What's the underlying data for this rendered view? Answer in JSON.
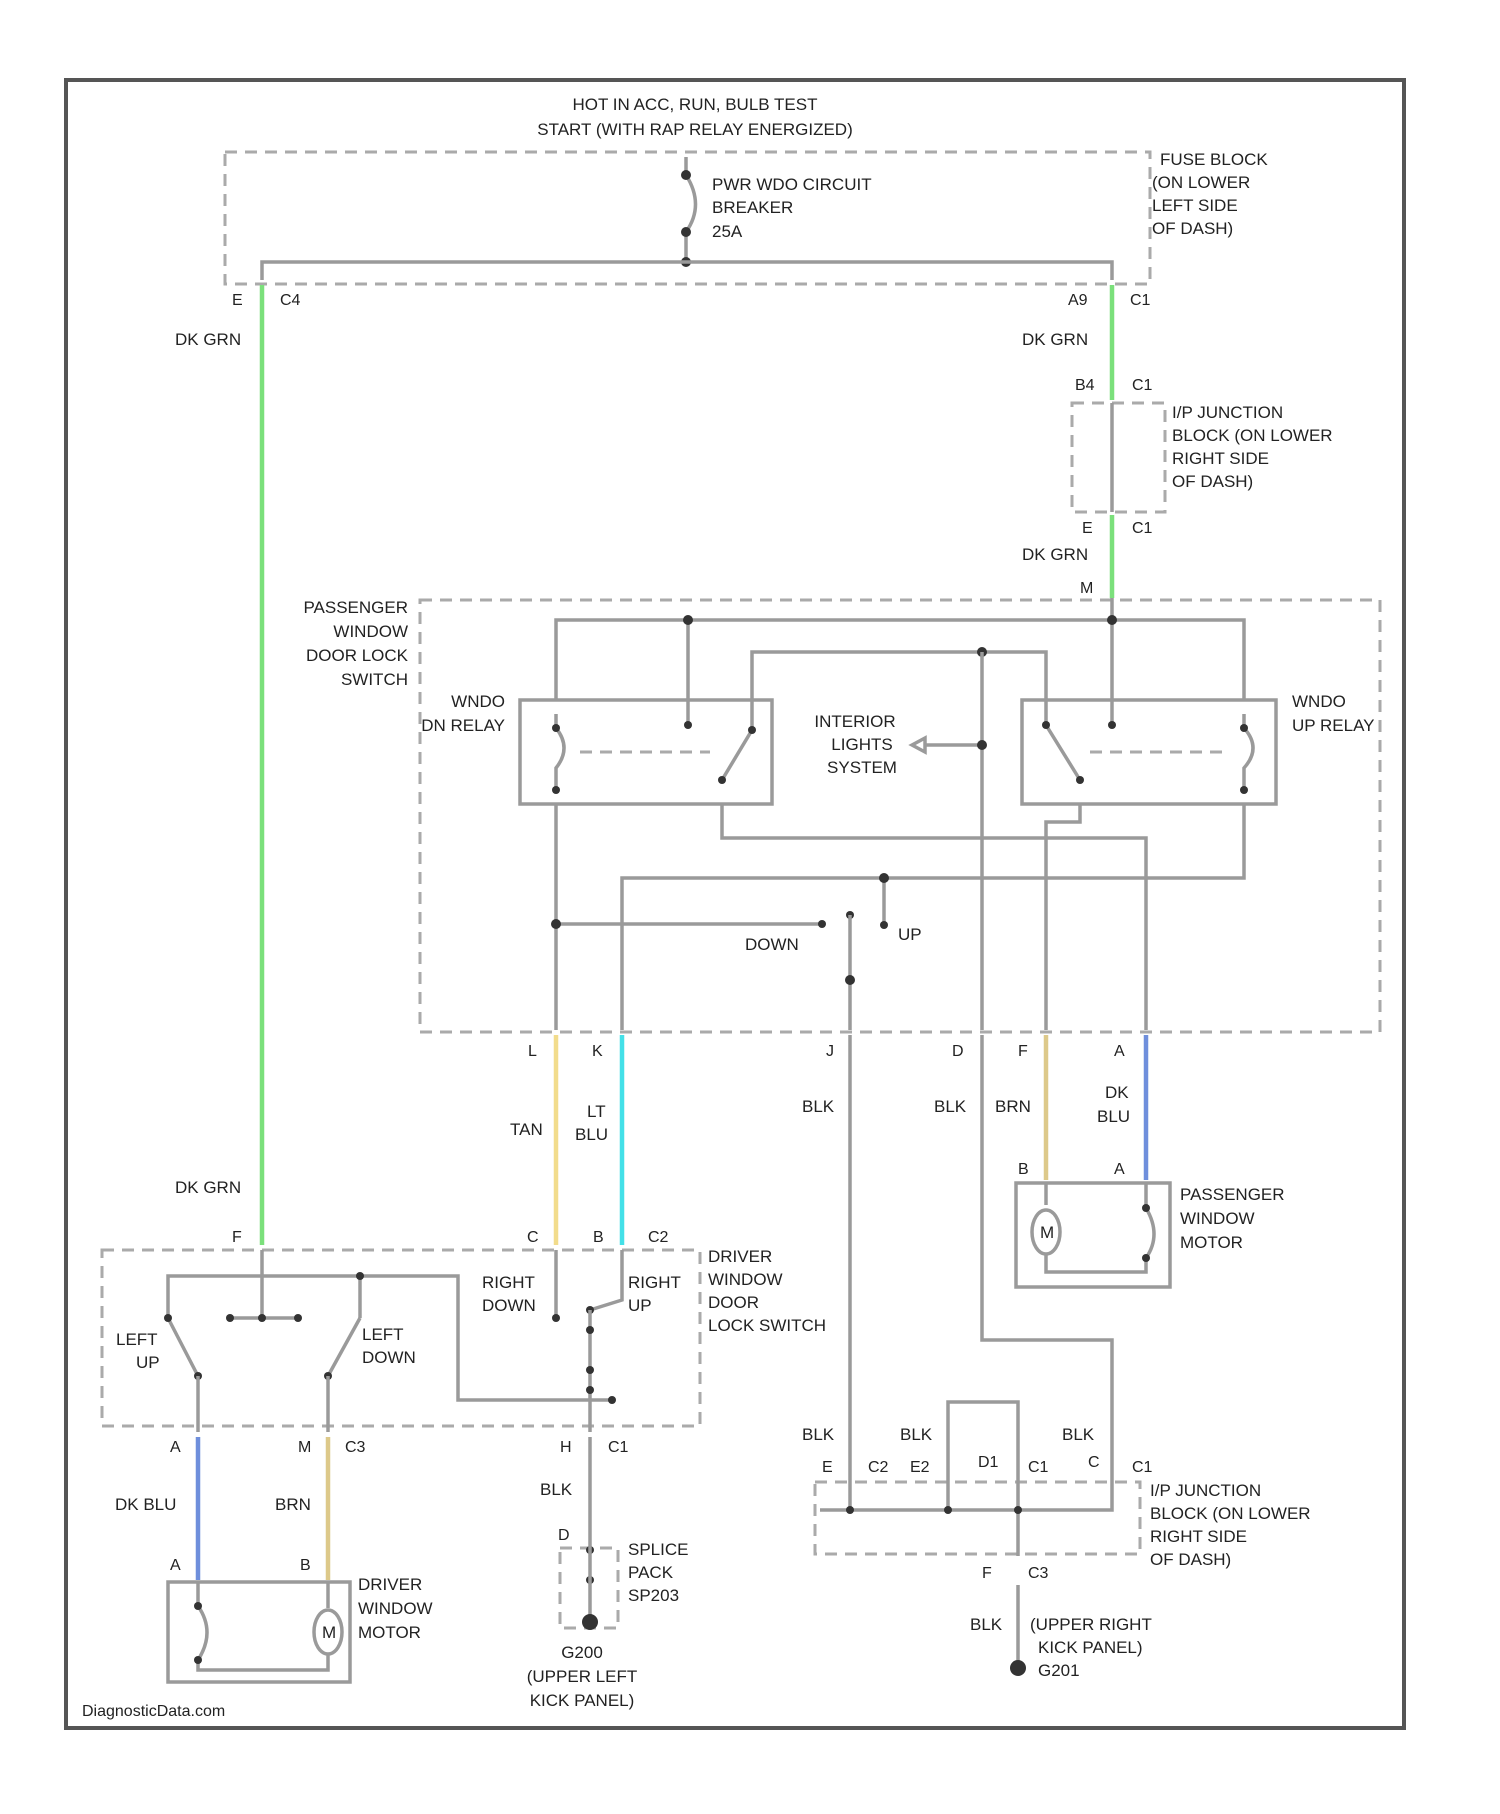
{
  "header": {
    "line1": "HOT IN ACC, RUN, BULB TEST",
    "line2": "START (WITH RAP RELAY ENERGIZED)"
  },
  "breaker": {
    "line1": "PWR WDO CIRCUIT",
    "line2": "BREAKER",
    "line3": "25A"
  },
  "fuse_block": {
    "line1": "FUSE BLOCK",
    "line2": "(ON LOWER",
    "line3": "LEFT SIDE",
    "line4": "OF DASH)"
  },
  "ip_junction_top": {
    "line1": "I/P JUNCTION",
    "line2": "BLOCK (ON LOWER",
    "line3": "RIGHT SIDE",
    "line4": "OF DASH)"
  },
  "ip_junction_bottom": {
    "line1": "I/P JUNCTION",
    "line2": "BLOCK (ON LOWER",
    "line3": "RIGHT SIDE",
    "line4": "OF DASH)"
  },
  "passenger_switch": {
    "line1": "PASSENGER",
    "line2": "WINDOW",
    "line3": "DOOR LOCK",
    "line4": "SWITCH"
  },
  "wndo_dn_relay": {
    "line1": "WNDO",
    "line2": "DN RELAY"
  },
  "wndo_up_relay": {
    "line1": "WNDO",
    "line2": "UP RELAY"
  },
  "interior_lights": {
    "line1": "INTERIOR",
    "line2": "LIGHTS",
    "line3": "SYSTEM"
  },
  "switch_down": "DOWN",
  "switch_up": "UP",
  "driver_switch": {
    "line1": "DRIVER",
    "line2": "WINDOW",
    "line3": "DOOR",
    "line4": "LOCK SWITCH"
  },
  "left_up": {
    "line1": "LEFT",
    "line2": "UP"
  },
  "left_down": {
    "line1": "LEFT",
    "line2": "DOWN"
  },
  "right_down": {
    "line1": "RIGHT",
    "line2": "DOWN"
  },
  "right_up": {
    "line1": "RIGHT",
    "line2": "UP"
  },
  "passenger_motor": {
    "line1": "PASSENGER",
    "line2": "WINDOW",
    "line3": "MOTOR"
  },
  "driver_motor": {
    "line1": "DRIVER",
    "line2": "WINDOW",
    "line3": "MOTOR"
  },
  "splice_pack": {
    "line1": "SPLICE",
    "line2": "PACK",
    "line3": "SP203"
  },
  "ground_left": {
    "line1": "G200",
    "line2": "(UPPER LEFT",
    "line3": "KICK PANEL)"
  },
  "ground_right": {
    "line1": "(UPPER RIGHT",
    "line2": "KICK PANEL)",
    "line3": "G201"
  },
  "motor_symbol": "M",
  "wires": {
    "dk_grn_1": "DK GRN",
    "dk_grn_2": "DK GRN",
    "dk_grn_3": "DK GRN",
    "dk_grn_4": "DK GRN",
    "tan": "TAN",
    "lt_blu_1": "LT",
    "lt_blu_2": "BLU",
    "blk_1": "BLK",
    "blk_2": "BLK",
    "brn_1": "BRN",
    "dk_blu_1": "DK",
    "dk_blu_2": "BLU",
    "dk_blu_3": "DK BLU",
    "brn_2": "BRN",
    "blk_3": "BLK",
    "blk_4": "BLK",
    "blk_5": "BLK",
    "blk_6": "BLK",
    "blk_7": "BLK"
  },
  "connectors": {
    "c_e": "E",
    "c_c4": "C4",
    "c_a9": "A9",
    "c_c1_a": "C1",
    "c_b4": "B4",
    "c_c1_b": "C1",
    "c_e2": "E",
    "c_c1_c": "C1",
    "c_m": "M",
    "c_l": "L",
    "c_k": "K",
    "c_j": "J",
    "c_d": "D",
    "c_f": "F",
    "c_a": "A",
    "c_b_pm": "B",
    "c_a_pm": "A",
    "c_f_dr": "F",
    "c_c_dr": "C",
    "c_b_dr": "B",
    "c_c2_dr": "C2",
    "c_a_dr": "A",
    "c_m_dr": "M",
    "c_c3_dr": "C3",
    "c_h_dr": "H",
    "c_c1_dr": "C1",
    "c_a_dm": "A",
    "c_b_dm": "B",
    "c_d_sp": "D",
    "c_e_ip": "E",
    "c_c2_ip": "C2",
    "c_e2_ip": "E2",
    "c_d1_ip": "D1",
    "c_c1_ip": "C1",
    "c_c_ip": "C",
    "c_c1_ip2": "C1",
    "c_f_ip": "F",
    "c_c3_ip": "C3"
  },
  "footer": "DiagnosticData.com",
  "colors": {
    "dk_grn": "#7be07b",
    "tan": "#f2dc8c",
    "lt_blu": "#44e0e8",
    "dk_blu": "#6f8fdc",
    "brn": "#ddc98a",
    "wire_grey": "#9a9a9a"
  }
}
